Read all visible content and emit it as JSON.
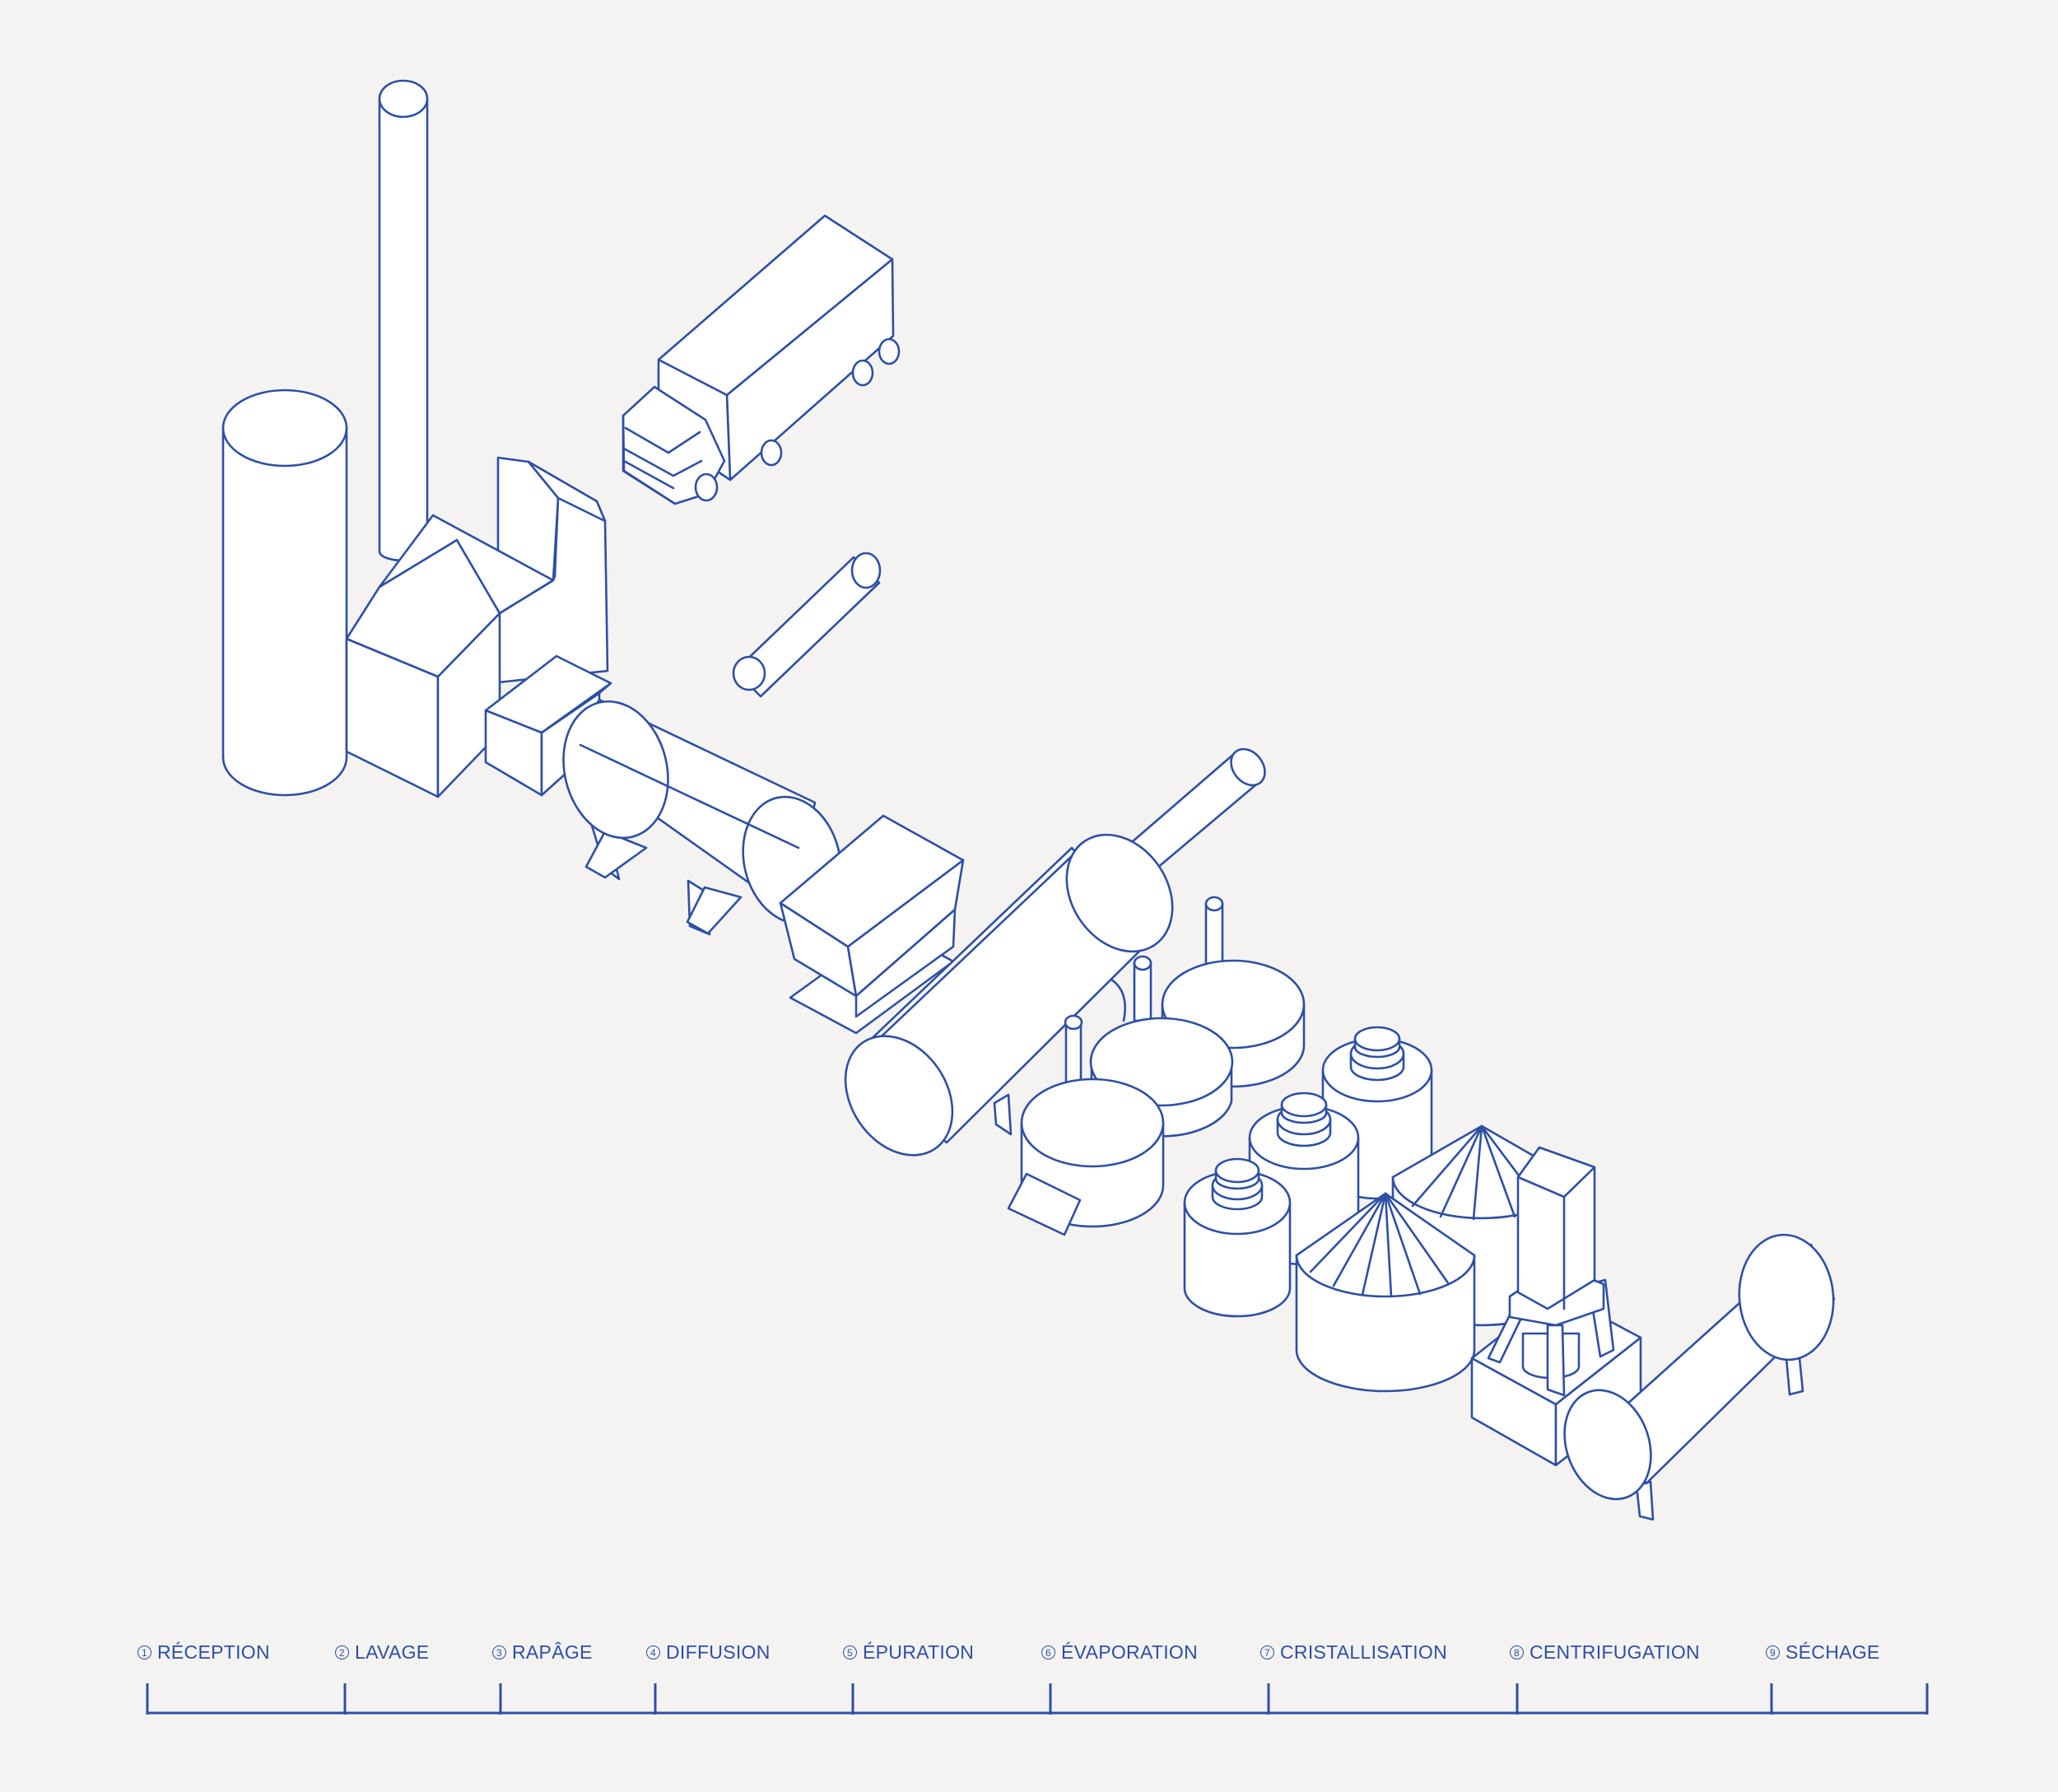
{
  "colors": {
    "background": "#f4f3f2",
    "line": "#2e4fa3",
    "fill": "#ffffff"
  },
  "steps": [
    {
      "num": "1",
      "label": "RÉCEPTION"
    },
    {
      "num": "2",
      "label": "LAVAGE"
    },
    {
      "num": "3",
      "label": "RAPÂGE"
    },
    {
      "num": "4",
      "label": "DIFFUSION"
    },
    {
      "num": "5",
      "label": "ÉPURATION"
    },
    {
      "num": "6",
      "label": "ÉVAPORATION"
    },
    {
      "num": "7",
      "label": "CRISTALLISATION"
    },
    {
      "num": "8",
      "label": "CENTRIFUGATION"
    },
    {
      "num": "9",
      "label": "SÉCHAGE"
    }
  ]
}
